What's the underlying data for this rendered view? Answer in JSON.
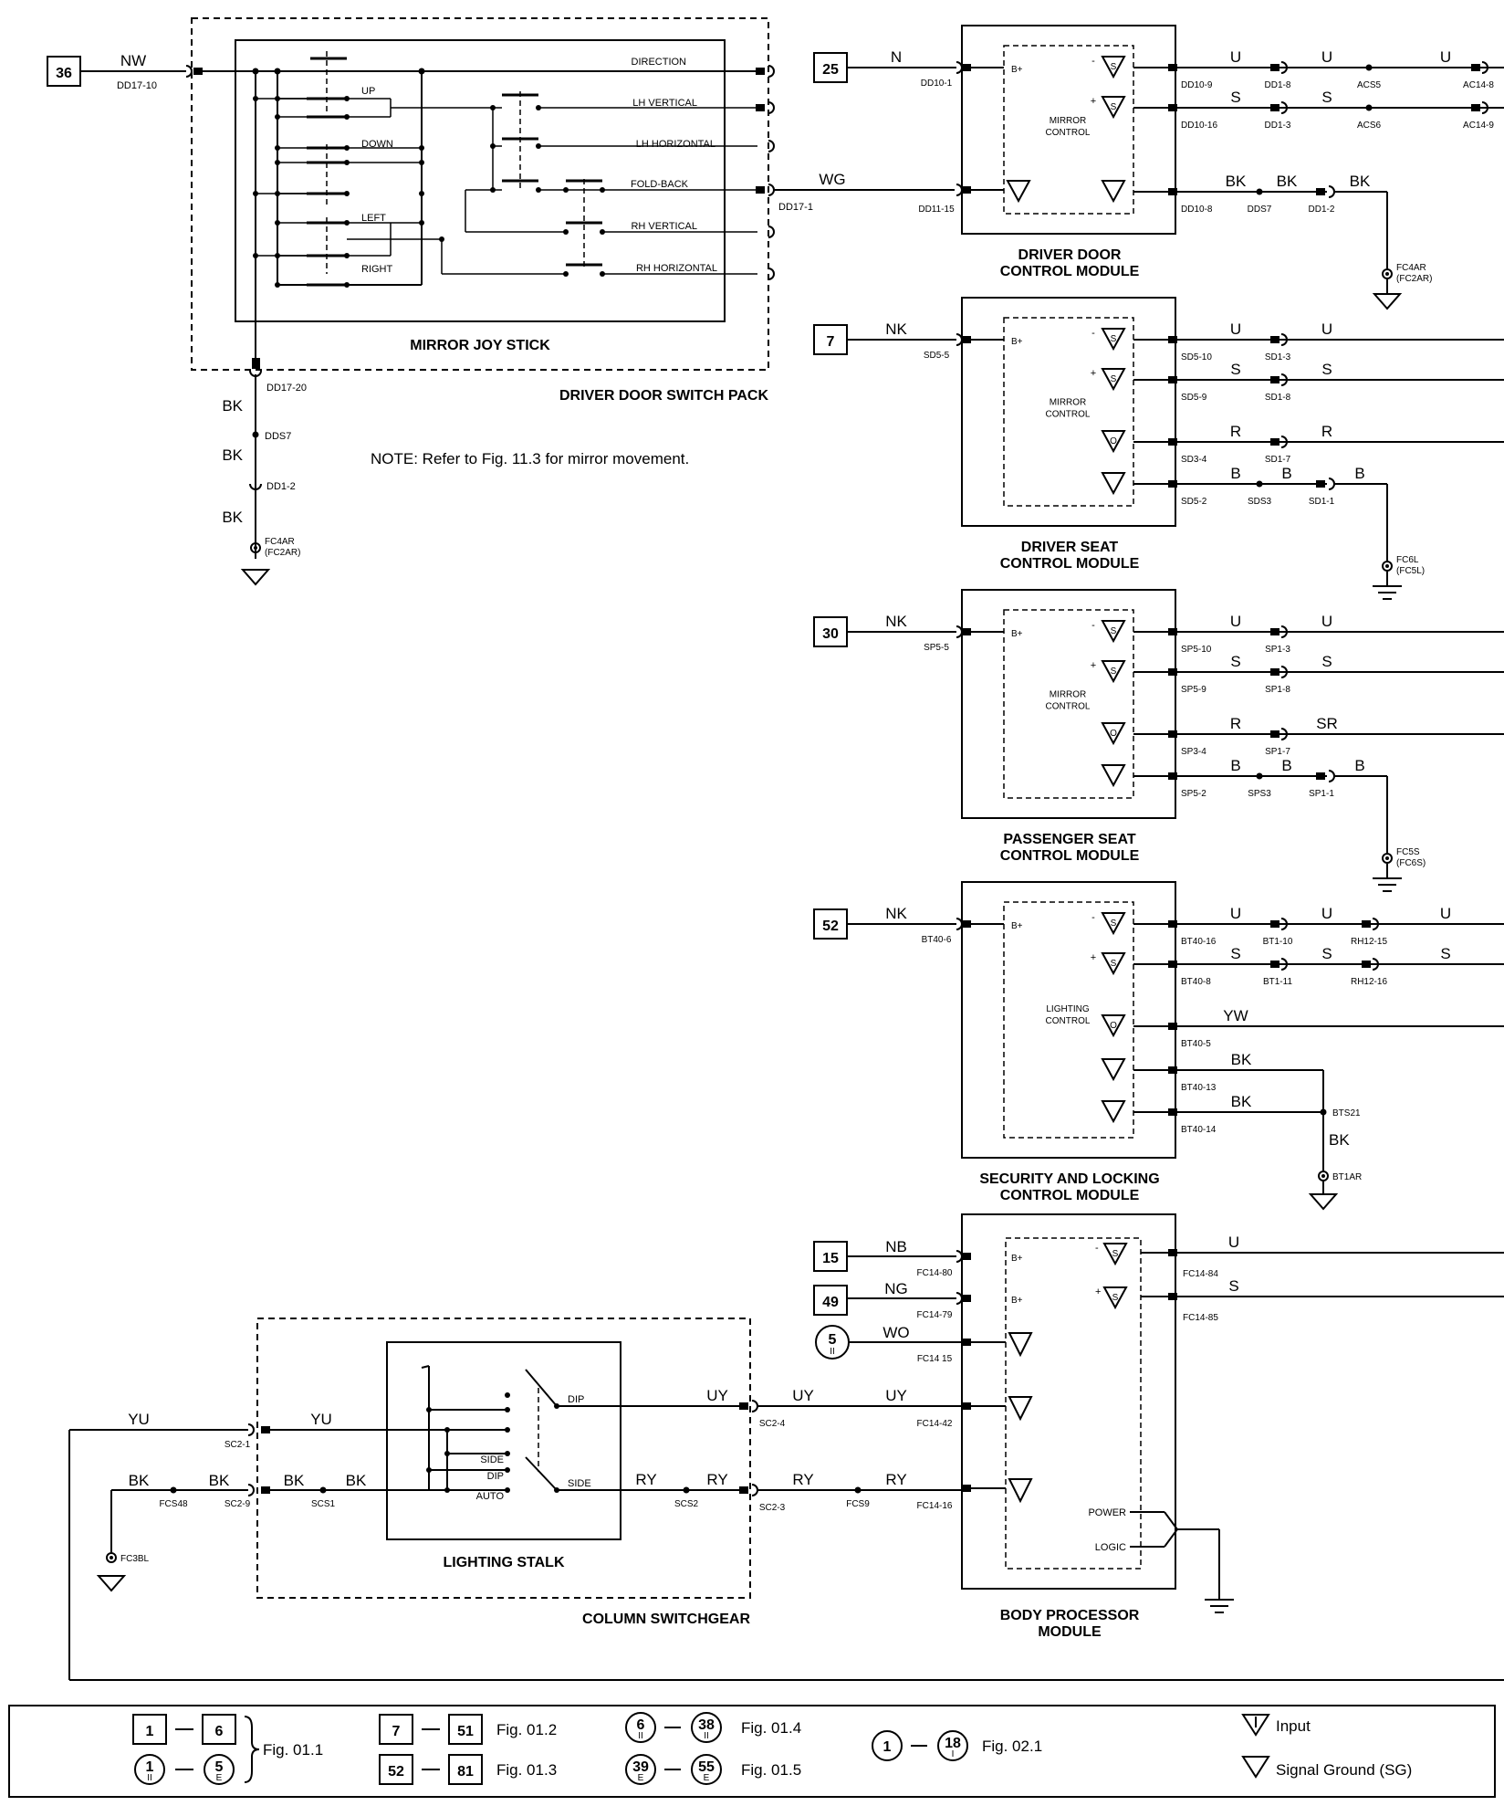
{
  "note": "NOTE:  Refer to Fig. 11.3 for mirror movement.",
  "switch_pack": {
    "title": "DRIVER DOOR SWITCH PACK",
    "joystick": "MIRROR JOY STICK",
    "input_ref": "36",
    "input_wire": "NW",
    "input_conn": "DD17-10",
    "ground_conn": "DD17-20",
    "outputs": [
      "DIRECTION",
      "LH VERTICAL",
      "LH HORIZONTAL",
      "FOLD-BACK",
      "RH VERTICAL",
      "RH HORIZONTAL"
    ],
    "switches": [
      "UP",
      "DOWN",
      "LEFT",
      "RIGHT"
    ],
    "ground_path": {
      "w1": "BK",
      "splice": "DDS7",
      "w2": "BK",
      "conn": "DD1-2",
      "w3": "BK",
      "gnd": "FC4AR",
      "gnd_alt": "(FC2AR)"
    }
  },
  "modules": [
    {
      "title1": "DRIVER DOOR",
      "title2": "CONTROL MODULE",
      "control1": "MIRROR",
      "control2": "CONTROL",
      "ref": "25",
      "wire": "N",
      "in_conn": "DD10-1",
      "outs": [
        {
          "sym": "S",
          "sign": "-",
          "conn": "DD10-9",
          "segs": [
            "U",
            "DD1-8",
            "U",
            "ACS5",
            "U",
            "AC14-8"
          ]
        },
        {
          "sym": "S",
          "sign": "+",
          "conn": "DD10-16",
          "segs": [
            "S",
            "DD1-3",
            "S",
            "ACS6",
            "",
            "AC14-9"
          ]
        }
      ],
      "extra_in": {
        "wire": "WG",
        "conn_left": "DD17-1",
        "conn": "DD11-15"
      },
      "gnd": {
        "conn": "DD10-8",
        "w1": "BK",
        "splice": "DDS7",
        "w2": "BK",
        "conn2": "DD1-2",
        "w3": "BK",
        "gnd": "FC4AR",
        "gnd_alt": "(FC2AR)"
      }
    },
    {
      "title1": "DRIVER SEAT",
      "title2": "CONTROL MODULE",
      "control1": "MIRROR",
      "control2": "CONTROL",
      "ref": "7",
      "wire": "NK",
      "in_conn": "SD5-5",
      "outs": [
        {
          "sym": "S",
          "sign": "-",
          "conn": "SD5-10",
          "segs": [
            "U",
            "SD1-3",
            "U"
          ]
        },
        {
          "sym": "S",
          "sign": "+",
          "conn": "SD5-9",
          "segs": [
            "S",
            "SD1-8",
            "S"
          ]
        },
        {
          "sym": "O",
          "sign": "",
          "conn": "SD3-4",
          "segs": [
            "R",
            "SD1-7",
            "R"
          ]
        }
      ],
      "gnd": {
        "conn": "SD5-2",
        "w1": "B",
        "splice": "SDS3",
        "w2": "B",
        "conn2": "SD1-1",
        "w3": "B",
        "gnd": "FC6L",
        "gnd_alt": "(FC5L)"
      }
    },
    {
      "title1": "PASSENGER SEAT",
      "title2": "CONTROL MODULE",
      "control1": "MIRROR",
      "control2": "CONTROL",
      "ref": "30",
      "wire": "NK",
      "in_conn": "SP5-5",
      "outs": [
        {
          "sym": "S",
          "sign": "-",
          "conn": "SP5-10",
          "segs": [
            "U",
            "SP1-3",
            "U"
          ]
        },
        {
          "sym": "S",
          "sign": "+",
          "conn": "SP5-9",
          "segs": [
            "S",
            "SP1-8",
            "S"
          ]
        },
        {
          "sym": "O",
          "sign": "",
          "conn": "SP3-4",
          "segs": [
            "R",
            "SP1-7",
            "SR"
          ]
        }
      ],
      "gnd": {
        "conn": "SP5-2",
        "w1": "B",
        "splice": "SPS3",
        "w2": "B",
        "conn2": "SP1-1",
        "w3": "B",
        "gnd": "FC5S",
        "gnd_alt": "(FC6S)"
      }
    },
    {
      "title1": "SECURITY AND LOCKING",
      "title2": "CONTROL MODULE",
      "control1": "LIGHTING",
      "control2": "CONTROL",
      "ref": "52",
      "wire": "NK",
      "in_conn": "BT40-6",
      "outs": [
        {
          "sym": "S",
          "sign": "-",
          "conn": "BT40-16",
          "segs": [
            "U",
            "BT1-10",
            "U",
            "RH12-15",
            "U"
          ]
        },
        {
          "sym": "S",
          "sign": "+",
          "conn": "BT40-8",
          "segs": [
            "S",
            "BT1-11",
            "S",
            "RH12-16",
            "S"
          ]
        },
        {
          "sym": "O",
          "sign": "",
          "conn": "BT40-5",
          "segs": [
            "YW"
          ]
        }
      ],
      "gnd": {
        "conn13": "BT40-13",
        "conn14": "BT40-14",
        "w1": "BK",
        "w2": "BK",
        "splice": "BTS21",
        "w3": "BK",
        "gnd": "BT1AR"
      }
    }
  ],
  "bpm": {
    "title1": "BODY PROCESSOR",
    "title2": "MODULE",
    "in1": {
      "ref": "15",
      "wire": "NB",
      "conn": "FC14-80"
    },
    "in2": {
      "ref": "49",
      "wire": "NG",
      "conn": "FC14-79"
    },
    "in3": {
      "ref": "5",
      "ref_sub": "II",
      "wire": "WO",
      "conn": "FC14 15"
    },
    "in4": {
      "conn": "FC14-42"
    },
    "in5": {
      "conn": "FC14-16"
    },
    "outs": [
      {
        "conn": "FC14-84",
        "wire": "U"
      },
      {
        "conn": "FC14-85",
        "wire": "S"
      }
    ],
    "power": "POWER",
    "logic": "LOGIC",
    "bplus": "B+"
  },
  "column": {
    "title": "COLUMN SWITCHGEAR",
    "stalk": "LIGHTING STALK",
    "dip": "DIP",
    "side": "SIDE",
    "side2": "SIDE",
    "dip2": "DIP",
    "auto": "AUTO",
    "yu_conn": "SC2-1",
    "bk_conn": "SC2-9",
    "uy_conn": "SC2-4",
    "ry_conn": "SC2-3",
    "yu": "YU",
    "bk": "BK",
    "uy": "UY",
    "ry": "RY",
    "fcs48": "FCS48",
    "scs1": "SCS1",
    "scs2": "SCS2",
    "fcs9": "FCS9",
    "gnd": "FC3BL"
  },
  "legend": {
    "r1a": "1",
    "r1b": "6",
    "fig1": "Fig. 01.1",
    "c1a": "1",
    "c1a_sub": "II",
    "c1b": "5",
    "c1b_sub": "E",
    "r2a": "7",
    "r2b": "51",
    "fig2": "Fig. 01.2",
    "r3a": "52",
    "r3b": "81",
    "fig3": "Fig. 01.3",
    "c2a": "6",
    "c2a_sub": "II",
    "c2b": "38",
    "c2b_sub": "II",
    "fig4": "Fig. 01.4",
    "c3a": "39",
    "c3a_sub": "E",
    "c3b": "55",
    "c3b_sub": "E",
    "fig5": "Fig. 01.5",
    "c4a": "1",
    "c4b": "18",
    "c4b_sub": "I",
    "fig6": "Fig. 02.1",
    "input": "Input",
    "sg": "Signal Ground (SG)"
  }
}
